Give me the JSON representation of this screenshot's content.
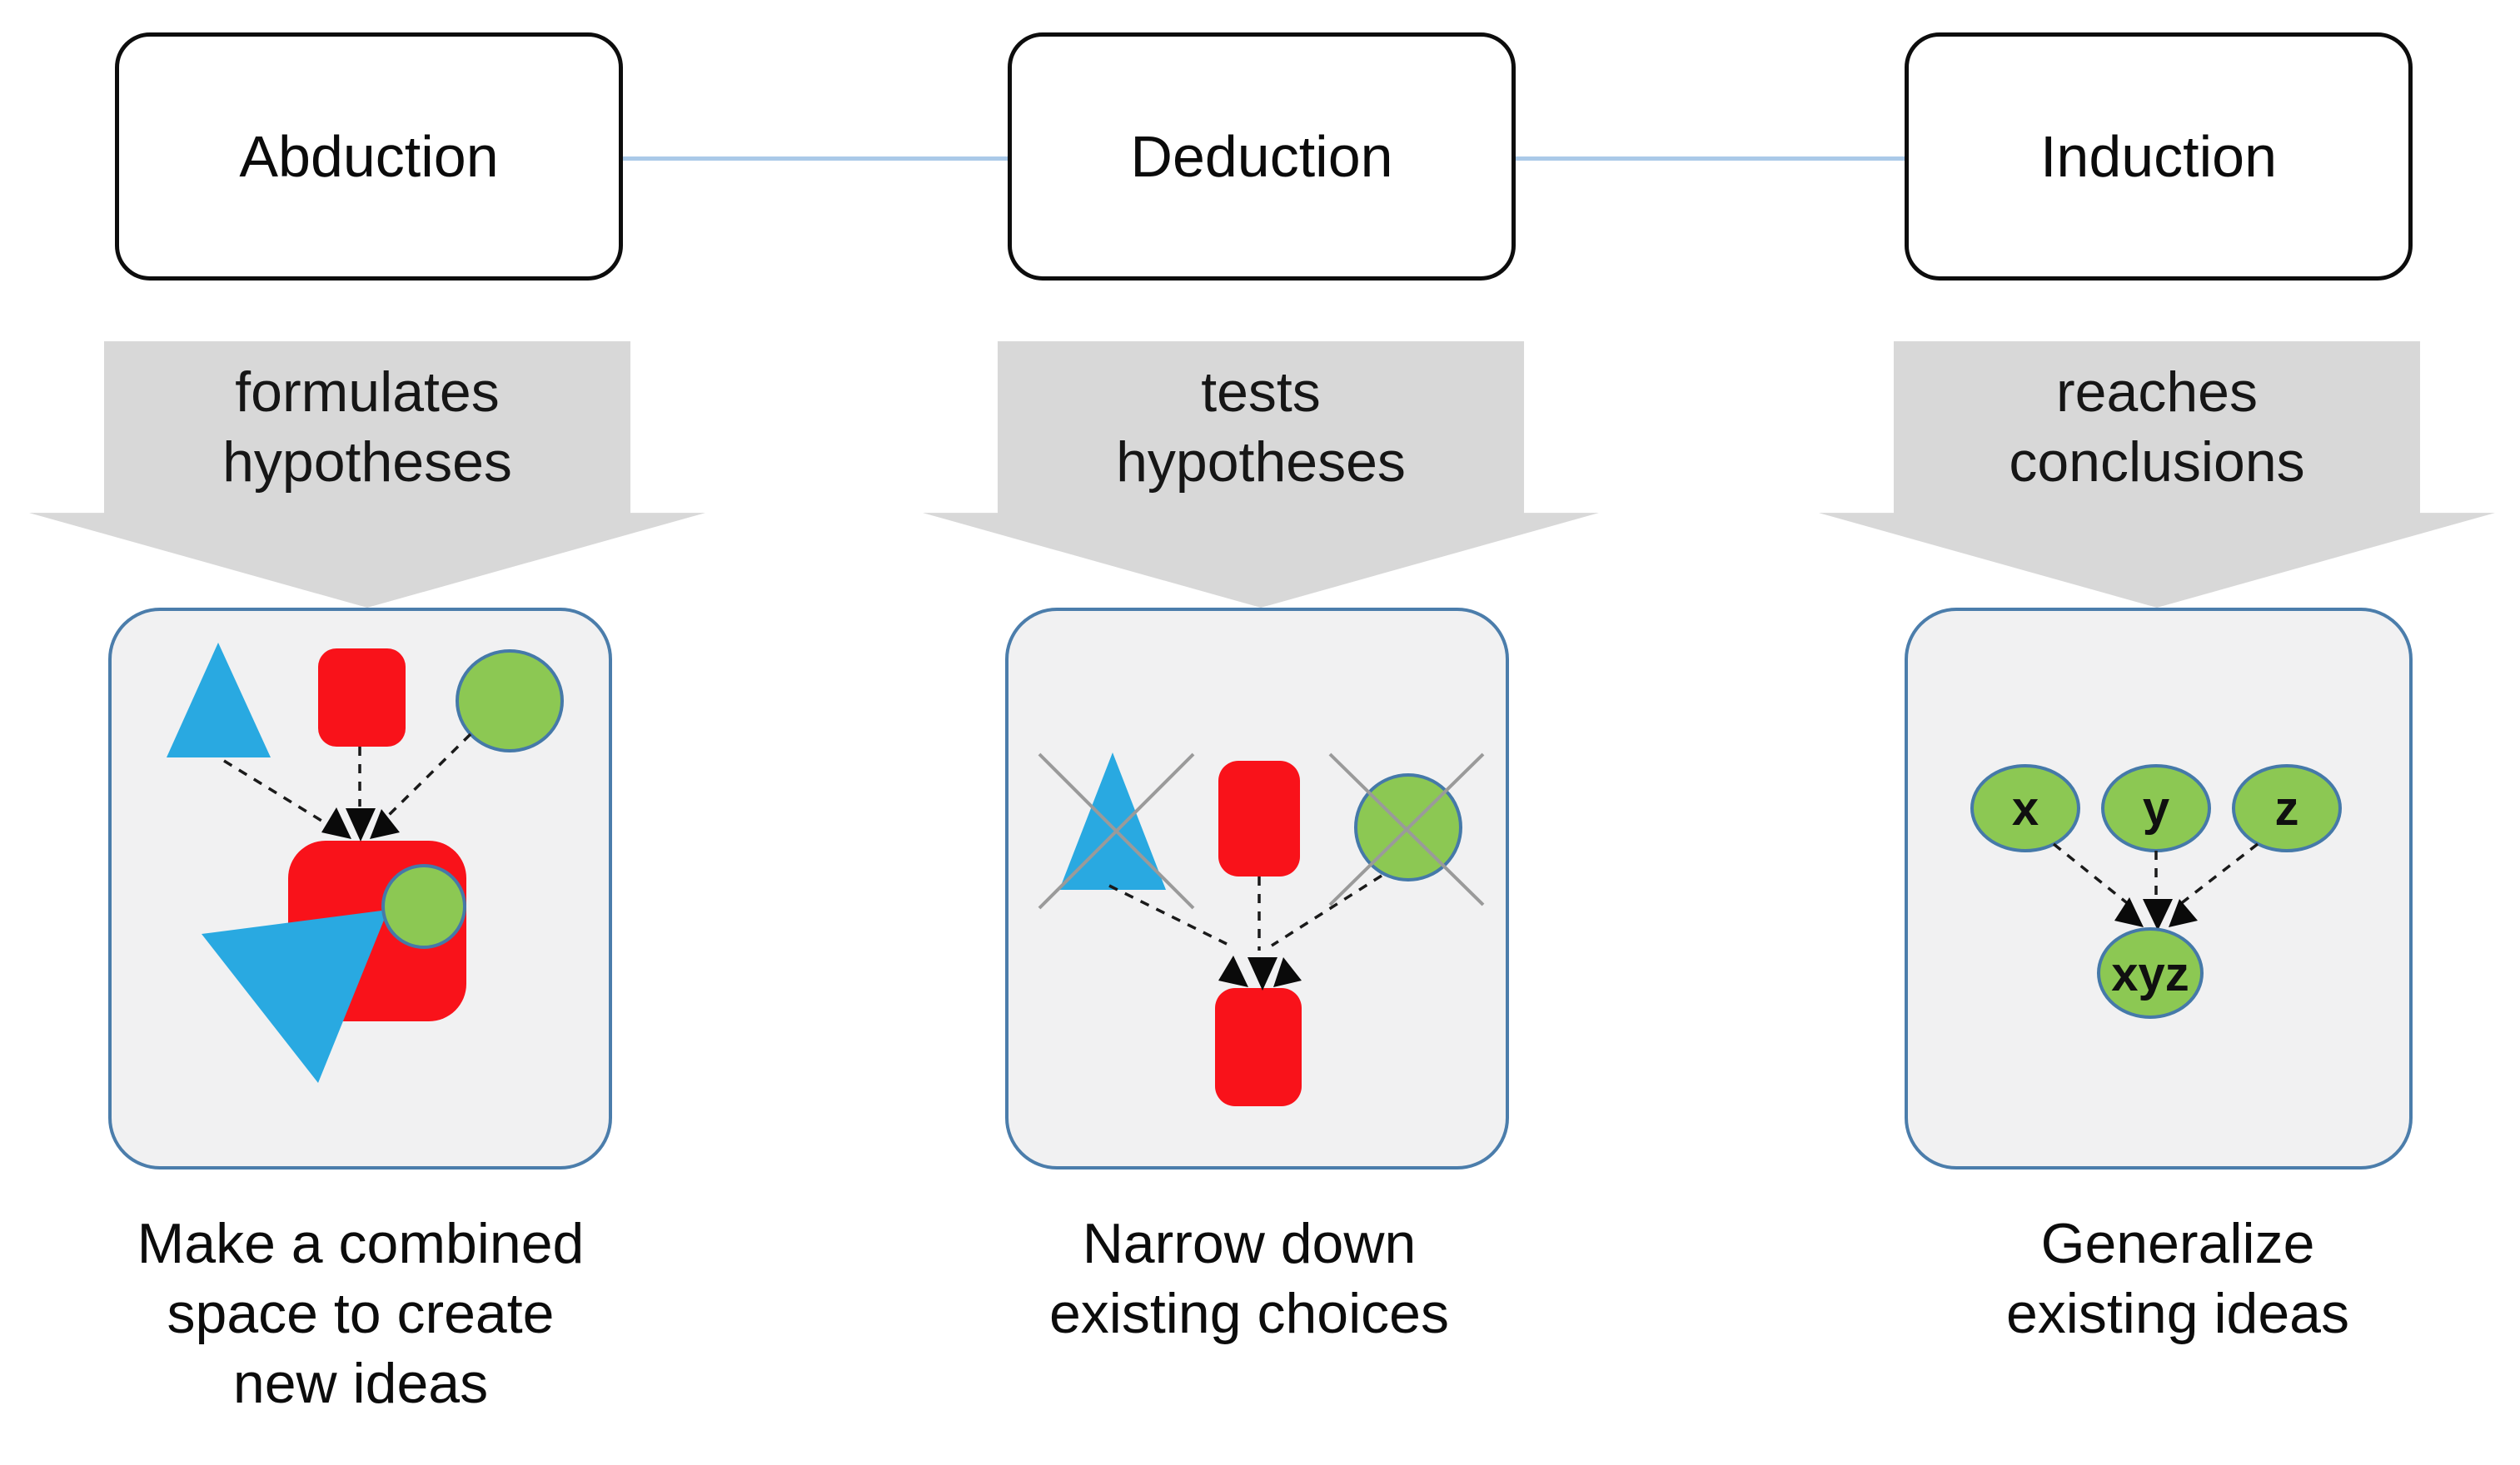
{
  "figure": {
    "description": "Three modes of reasoning diagram",
    "background": "#ffffff"
  },
  "columns": [
    {
      "title": "Abduction",
      "arrow_label": "formulates\nhypotheses",
      "caption": "Make a combined\nspace to create\nnew ideas"
    },
    {
      "title": "Deduction",
      "arrow_label": "tests\nhypotheses",
      "caption": "Narrow down\nexisting choices"
    },
    {
      "title": "Induction",
      "arrow_label": "reaches\nconclusions",
      "caption": "Generalize\nexisting ideas",
      "node_labels": [
        "x",
        "y",
        "z",
        "xyz"
      ]
    }
  ],
  "colors": {
    "shape_blue": "#29a9e1",
    "shape_red": "#f9121a",
    "shape_green_fill": "#8cc853",
    "shape_green_border": "#4579a9",
    "panel_background": "#f1f1f2",
    "panel_border": "#4b7dab",
    "arrow_gray": "#d8d8d8",
    "connector_blue": "#aac9e8",
    "cross_gray": "#9a9a9a",
    "text": "#0c0c0c"
  }
}
